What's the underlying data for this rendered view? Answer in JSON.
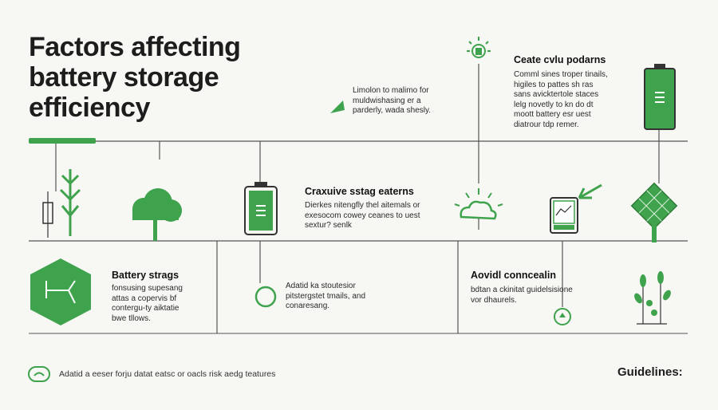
{
  "title": "Factors affecting battery storage efficiency",
  "colors": {
    "accent": "#3fa34d",
    "line": "#555555",
    "background": "#f7f7f4"
  },
  "notes": {
    "top_left": {
      "lines": "Limolon to malimo for\nmuldwishasing er a\nparderly, wada shesly."
    },
    "top_right": {
      "heading": "Ceate cvlu podarns",
      "lines": "Comml sines troper tinails,\nhigiles to pattes sh ras\nsans avicktertole staces\nlelg novetly to kn do dt\nmoott battery esr uest\ndiatrour tdp remer."
    },
    "middle": {
      "heading": "Craxuive sstag eaterns",
      "lines": "Dierkes nitengfly thel aitemals or\nexesocom cowey ceanes to uest\nsextur? senlk"
    },
    "battery": {
      "heading": "Battery strags",
      "lines": "fonsusing supesang\nattas a copervis bf\ncontergu-ty aiktatie\nbwe tllows."
    },
    "bottom_mid": {
      "lines": "Adatid ka stoutesior\npitstergstet tmails, and\nconaresang."
    },
    "avoid": {
      "heading": "Aovidl conncealin",
      "lines": "bdtan a ckinitat guidelsisione\nvor dhaurels."
    }
  },
  "footer": {
    "text": "Adatid a eeser forju datat eatsc or oacls risk aedg teatures",
    "guidelines": "Guidelines:"
  },
  "icons": [
    "signal-icon",
    "plant-icon",
    "tree-icon",
    "battery-icon",
    "cloud-sun-icon",
    "device-icon",
    "solar-panel-icon",
    "lightbulb-icon",
    "battery-full-icon",
    "hexagon-icon",
    "circle-icon",
    "recycle-icon",
    "sprout-icon",
    "arrow-icon",
    "footer-logo-icon"
  ]
}
